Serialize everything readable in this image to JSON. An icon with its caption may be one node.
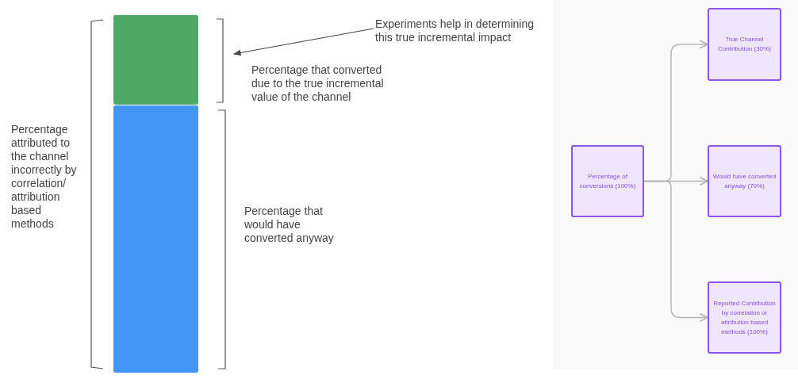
{
  "diagram": {
    "nodes": [
      {
        "text": [
          "Experiments help in determining this true incremental impact"
        ]
      },
      {
        "text": [
          "True Channel Contribution (30%)"
        ]
      },
      {
        "text": [
          "Percentage of conversions (100%)"
        ]
      },
      {
        "text": [
          "Would have converted anyway (70%)"
        ]
      },
      {
        "text": [
          "Reported Contribution by correlation or attribution based methods (100%)"
        ]
      },
      {
        "text": [],
        "shape": "bar"
      },
      {
        "text": [],
        "shape": "bar"
      }
    ],
    "edges": [
      {
        "from": 0,
        "to": null,
        "arrow": "to",
        "color": "#444444"
      },
      {
        "from": 2,
        "to": 1,
        "arrow": "to"
      },
      {
        "from": 2,
        "to": 3,
        "arrow": "to"
      },
      {
        "from": 2,
        "to": 4,
        "arrow": "to"
      }
    ],
    "labels": [
      "Percentage attributed to the channel incorrectly by correlation/ attribution based methods",
      "Percentage that converted due to the true incremental value of the channel",
      "Percentage that would have converted anyway"
    ]
  }
}
